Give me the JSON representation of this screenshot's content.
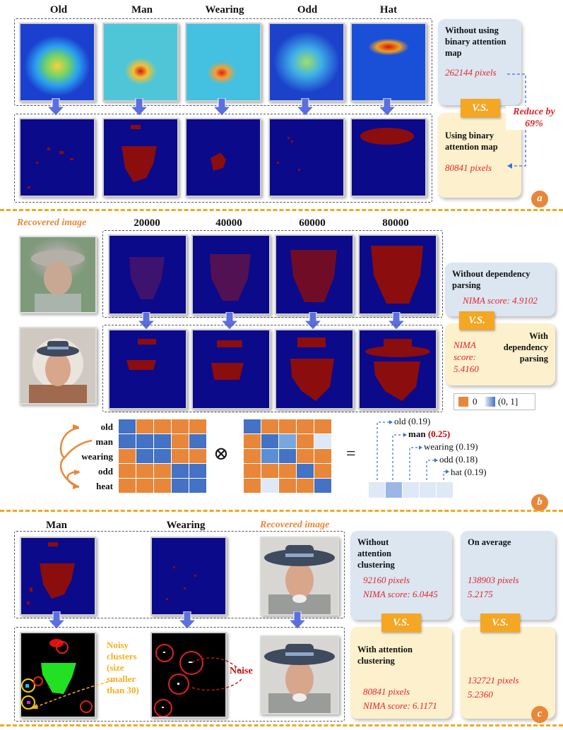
{
  "panel_a": {
    "headers": [
      "Old",
      "Man",
      "Wearing",
      "Odd",
      "Hat"
    ],
    "without_title": "Without using binary attention map",
    "without_value": "262144 pixels",
    "vs": "V.S.",
    "reduce": "Reduce by 69%",
    "with_title": "Using binary attention map",
    "with_value": "80841 pixels",
    "badge": "a"
  },
  "panel_b": {
    "recovered_label": "Recovered image",
    "headers": [
      "20000",
      "40000",
      "60000",
      "80000"
    ],
    "without_title": "Without dependency parsing",
    "without_value": "NIMA score: 4.9102",
    "vs": "V.S.",
    "with_title": "With dependency parsing",
    "with_value": "NIMA score: 5.4160",
    "legend_zero": "0",
    "legend_range": "(0, 1]",
    "words": [
      "old",
      "man",
      "wearing",
      "odd",
      "heat"
    ],
    "otimes": "⊗",
    "equals": "=",
    "results": [
      {
        "word": "old",
        "score": "(0.19)"
      },
      {
        "word": "man",
        "score": "(0.25)"
      },
      {
        "word": "wearing",
        "score": "(0.19)"
      },
      {
        "word": "odd",
        "score": "(0.18)"
      },
      {
        "word": "hat",
        "score": "(0.19)"
      }
    ],
    "badge": "b"
  },
  "panel_c": {
    "headers": [
      "Man",
      "Wearing"
    ],
    "recovered_label": "Recovered image",
    "noisy_label": "Noisy clusters (size smaller than 30)",
    "noise_label": "Noise",
    "without_title": "Without attention clustering",
    "without_pixels": "92160 pixels",
    "without_nima": "NIMA score: 6.0445",
    "avg_title": "On average",
    "avg_pixels": "138903 pixels",
    "avg_nima": "5.2175",
    "vs": "V.S.",
    "with_title": "With attention clustering",
    "with_pixels": "80841 pixels",
    "with_nima": "NIMA score: 6.1171",
    "avg2_pixels": "132721 pixels",
    "avg2_nima": "5.2360",
    "badge": "c"
  },
  "colors": {
    "heat_bg": "#0b0a8a",
    "mask": "#8b0d0d",
    "accent_orange": "#e8873a",
    "matrix_blue": "#4472c4",
    "separator": "#f2a81e"
  }
}
